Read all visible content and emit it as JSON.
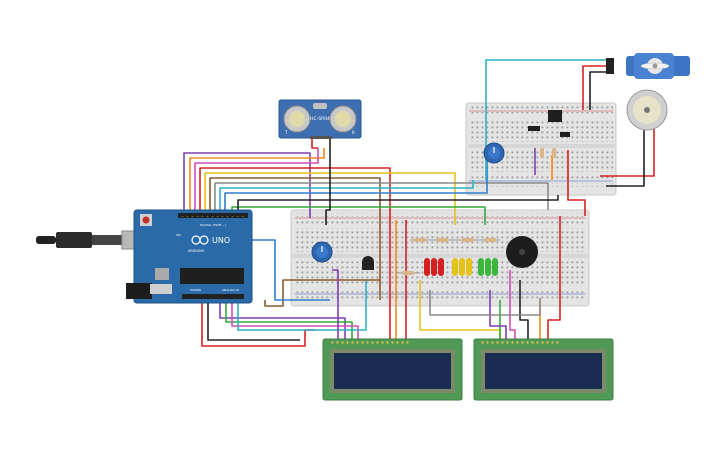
{
  "diagram": {
    "arduino": {
      "brand": "UNO",
      "maker": "ARDUINO",
      "header_top_label": "DIGITAL (PWM ~)",
      "header_power_label": "POWER",
      "header_analog_label": "ANALOG IN",
      "on_label": "ON"
    },
    "ultrasonic": {
      "label": "HC-SR04",
      "pin_t": "T",
      "pin_r": "R"
    },
    "colors": {
      "board": "#2a6aa8",
      "breadboard": "#e4e4e4",
      "lcd_pcb": "#4f9a56",
      "lcd_screen": "#1a2c52",
      "wire_red": "#d72222",
      "wire_black": "#222222",
      "wire_orange": "#f28a1a",
      "wire_yellow": "#e8c21a",
      "wire_green": "#33a83a",
      "wire_blue": "#2f7fd0",
      "wire_purple": "#7e3fb0",
      "wire_pink": "#d04fb5",
      "wire_cyan": "#2ab3c6",
      "wire_brown": "#8b5a2b",
      "wire_gray": "#8a8a8a",
      "led_red": "#d42020",
      "led_yellow": "#e5c21a",
      "led_green": "#3bb83b"
    },
    "icons": [
      "usb-cable-icon",
      "potentiometer-icon",
      "buzzer-icon",
      "servo-icon",
      "dc-motor-icon",
      "led-icon",
      "resistor-icon"
    ]
  }
}
